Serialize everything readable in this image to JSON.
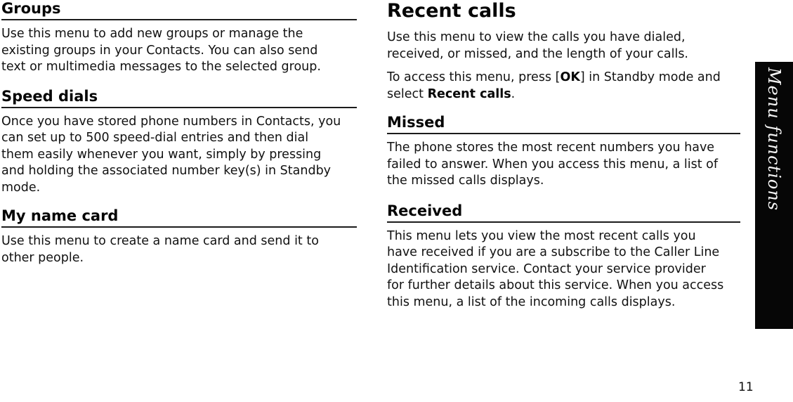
{
  "page": {
    "number": "11"
  },
  "sidebar_tab": {
    "label": "Menu functions",
    "bg_color": "#060606",
    "text_color": "#f5f5f5"
  },
  "left_column": {
    "sections": [
      {
        "heading": "Groups",
        "body": "Use this menu to add new groups or manage the\nexisting groups in your Contacts. You can also send\ntext or multimedia messages to the selected group."
      },
      {
        "heading": "Speed dials",
        "body": "Once you have stored phone numbers in Contacts, you\ncan set up to 500 speed-dial entries and then dial\nthem easily whenever you want, simply by pressing\nand holding the associated number key(s) in Standby\nmode."
      },
      {
        "heading": "My name card",
        "body": "Use this menu to create a name card and send it to\nother people."
      }
    ]
  },
  "right_column": {
    "title": "Recent calls",
    "intro": "Use this menu to view the calls you have dialed,\nreceived, or missed, and the length of your calls.",
    "access": {
      "pre": "To access this menu, press [",
      "key": "OK",
      "mid": "] in Standby mode and\nselect ",
      "menu": "Recent calls",
      "post": "."
    },
    "sections": [
      {
        "heading": "Missed",
        "body": "The phone stores the most recent numbers you have\nfailed to answer. When you access this menu, a list of\nthe missed calls displays."
      },
      {
        "heading": "Received",
        "body": "This menu lets you view the most recent calls you\nhave received if you are a subscribe to the Caller Line\nIdentification service. Contact your service provider\nfor further details about this service. When you access\nthis menu, a list of the incoming calls displays."
      }
    ]
  }
}
